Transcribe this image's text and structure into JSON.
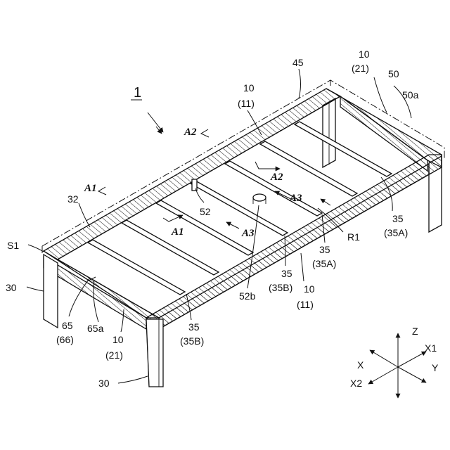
{
  "figure": {
    "ref_main": "1",
    "labels": {
      "l45": "45",
      "l10a": "10",
      "l21a": "(21)",
      "l50": "50",
      "l50a": "50a",
      "l10b": "10",
      "l11b": "(11)",
      "lA2a": "A2",
      "lA1a": "A1",
      "l32": "32",
      "lA2b": "A2",
      "lA3a": "A3",
      "l52": "52",
      "lA1b": "A1",
      "lA3b": "A3",
      "lR1": "R1",
      "l35a": "35",
      "l35Aa": "(35A)",
      "lS1": "S1",
      "l30a": "30",
      "l35b": "35",
      "l35Ab": "(35A)",
      "l35c": "35",
      "l35Bc": "(35B)",
      "l10c": "10",
      "l11c": "(11)",
      "l52b": "52b",
      "l35d": "35",
      "l35Bd": "(35B)",
      "l65": "65",
      "l66": "(66)",
      "l65a": "65a",
      "l10e": "10",
      "l21e": "(21)",
      "l30b": "30"
    },
    "axes": {
      "z": "Z",
      "x1": "X1",
      "x": "X",
      "y": "Y",
      "x2": "X2"
    }
  }
}
